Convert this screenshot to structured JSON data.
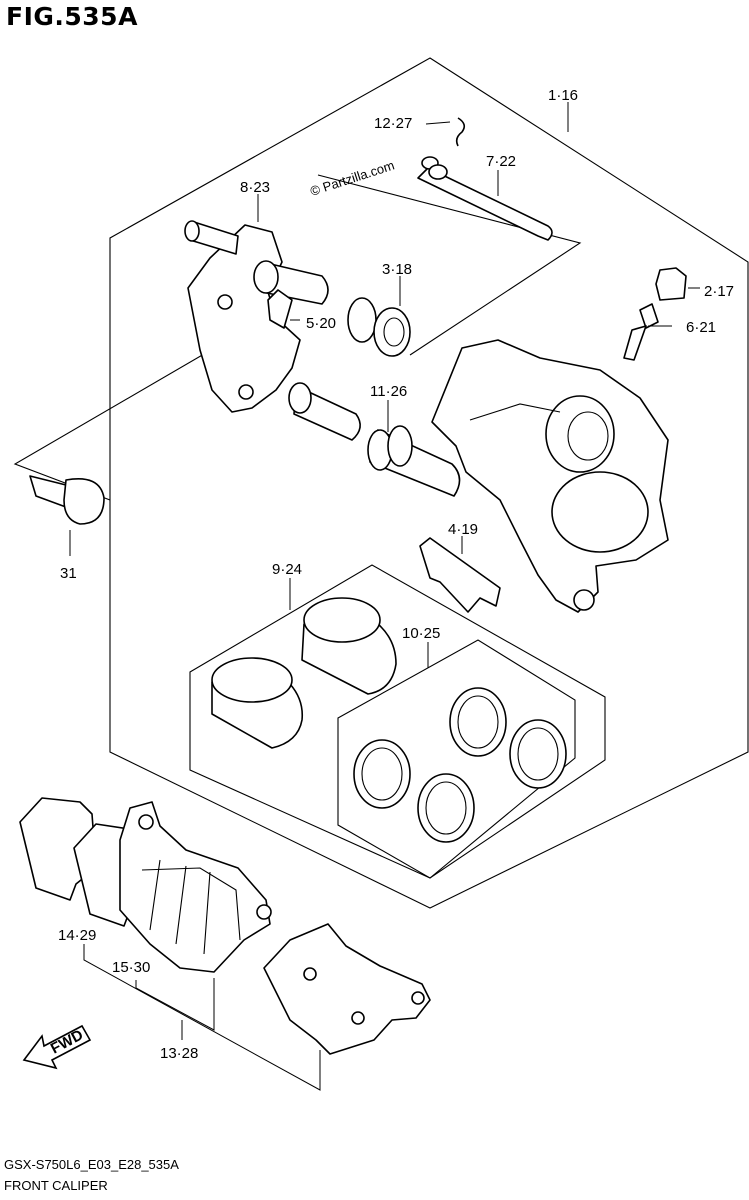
{
  "figure": {
    "title": "FIG.535A",
    "watermark": "© Partzilla.com",
    "model_code": "GSX-S750L6_E03_E28_535A",
    "caption": "FRONT CALIPER",
    "direction_label": "FWD"
  },
  "callouts": {
    "c1": "1·16",
    "c2": "2·17",
    "c3": "3·18",
    "c4": "4·19",
    "c5": "5·20",
    "c6": "6·21",
    "c7": "7·22",
    "c8": "8·23",
    "c9": "9·24",
    "c10": "10·25",
    "c11": "11·26",
    "c12": "12·27",
    "c13": "13·28",
    "c14": "14·29",
    "c15": "15·30",
    "c31": "31"
  }
}
